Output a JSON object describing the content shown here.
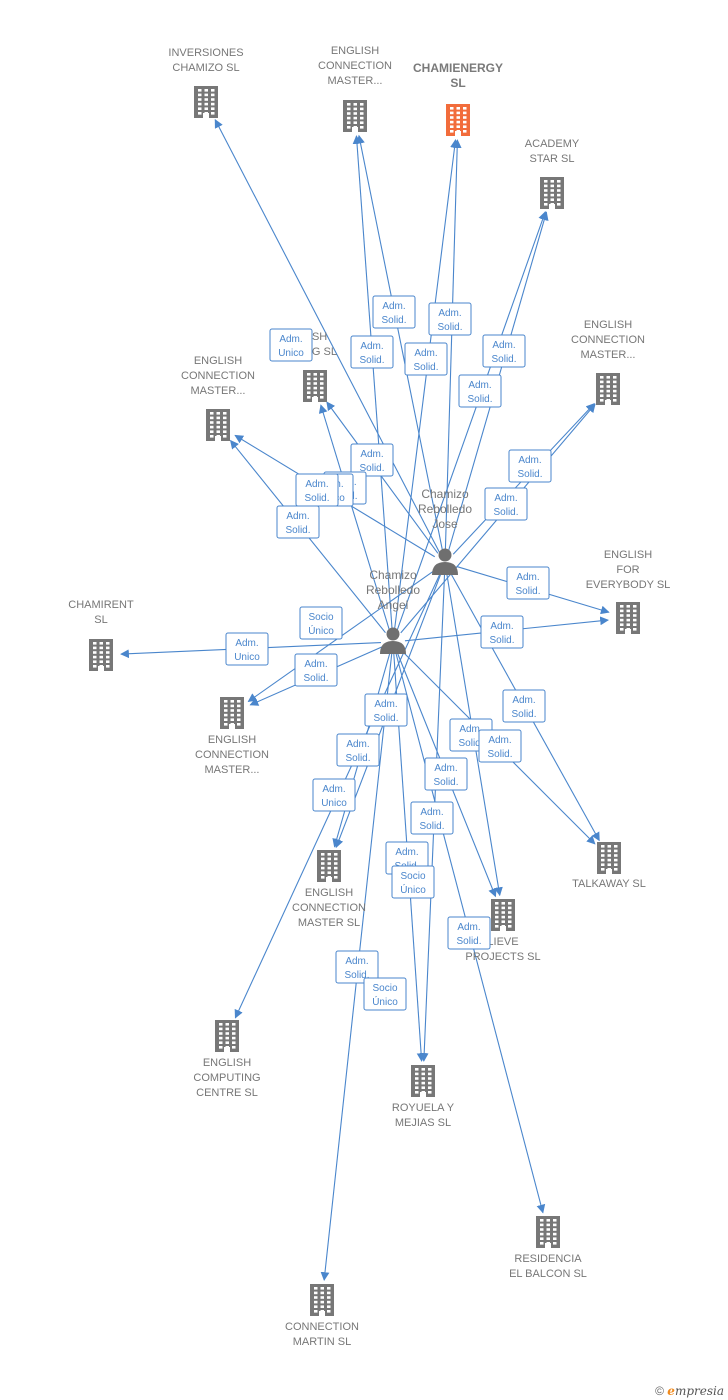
{
  "colors": {
    "edge": "#4a86cc",
    "company": "#777777",
    "highlight": "#f26c3b",
    "person": "#6f6f6f"
  },
  "companies": [
    {
      "id": "inversiones",
      "lines": [
        "INVERSIONES",
        "CHAMIZO  SL"
      ]
    },
    {
      "id": "ecm_top",
      "lines": [
        "ENGLISH",
        "CONNECTION",
        "MASTER..."
      ]
    },
    {
      "id": "chamienergy",
      "lines": [
        "CHAMIENERGY",
        "SL"
      ],
      "highlight": true
    },
    {
      "id": "academy",
      "lines": [
        "ACADEMY",
        "STAR  SL"
      ]
    },
    {
      "id": "training",
      "lines": [
        "LISH",
        "NING  SL"
      ]
    },
    {
      "id": "ecm_left",
      "lines": [
        "ENGLISH",
        "CONNECTION",
        "MASTER..."
      ]
    },
    {
      "id": "ecm_right",
      "lines": [
        "ENGLISH",
        "CONNECTION",
        "MASTER..."
      ]
    },
    {
      "id": "everybody",
      "lines": [
        "ENGLISH",
        "FOR",
        "EVERYBODY SL"
      ]
    },
    {
      "id": "chamirent",
      "lines": [
        "CHAMIRENT",
        "SL"
      ]
    },
    {
      "id": "ecm_mid",
      "lines": [
        "ENGLISH",
        "CONNECTION",
        "MASTER..."
      ]
    },
    {
      "id": "talkaway",
      "lines": [
        "TALKAWAY  SL"
      ]
    },
    {
      "id": "ecm_sl",
      "lines": [
        "ENGLISH",
        "CONNECTION",
        "MASTER SL"
      ]
    },
    {
      "id": "believe",
      "lines": [
        "LIEVE",
        "PROJECTS  SL"
      ]
    },
    {
      "id": "computing",
      "lines": [
        "ENGLISH",
        "COMPUTING",
        "CENTRE  SL"
      ]
    },
    {
      "id": "royuela",
      "lines": [
        "ROYUELA Y",
        "MEJIAS SL"
      ]
    },
    {
      "id": "residencia",
      "lines": [
        "RESIDENCIA",
        "EL BALCON  SL"
      ]
    },
    {
      "id": "martin",
      "lines": [
        "CONNECTION",
        "MARTIN  SL"
      ]
    }
  ],
  "persons": [
    {
      "id": "jose",
      "lines": [
        "Chamizo",
        "Rebolledo",
        "Jose"
      ]
    },
    {
      "id": "angel",
      "lines": [
        "Chamizo",
        "Rebolledo",
        "Angel"
      ]
    }
  ],
  "edges": [
    {
      "from": "jose",
      "to": "inversiones"
    },
    {
      "from": "jose",
      "to": "ecm_top"
    },
    {
      "from": "jose",
      "to": "chamienergy"
    },
    {
      "from": "jose",
      "to": "academy"
    },
    {
      "from": "jose",
      "to": "training"
    },
    {
      "from": "jose",
      "to": "ecm_left"
    },
    {
      "from": "jose",
      "to": "ecm_right"
    },
    {
      "from": "jose",
      "to": "everybody"
    },
    {
      "from": "jose",
      "to": "talkaway"
    },
    {
      "from": "jose",
      "to": "believe"
    },
    {
      "from": "jose",
      "to": "royuela"
    },
    {
      "from": "jose",
      "to": "ecm_mid"
    },
    {
      "from": "jose",
      "to": "ecm_sl"
    },
    {
      "from": "jose",
      "to": "computing"
    },
    {
      "from": "angel",
      "to": "ecm_top"
    },
    {
      "from": "angel",
      "to": "chamienergy"
    },
    {
      "from": "angel",
      "to": "academy"
    },
    {
      "from": "angel",
      "to": "training"
    },
    {
      "from": "angel",
      "to": "ecm_left"
    },
    {
      "from": "angel",
      "to": "ecm_right"
    },
    {
      "from": "angel",
      "to": "everybody"
    },
    {
      "from": "angel",
      "to": "chamirent"
    },
    {
      "from": "angel",
      "to": "ecm_mid"
    },
    {
      "from": "angel",
      "to": "talkaway"
    },
    {
      "from": "angel",
      "to": "believe"
    },
    {
      "from": "angel",
      "to": "royuela"
    },
    {
      "from": "angel",
      "to": "residencia"
    },
    {
      "from": "angel",
      "to": "ecm_sl"
    },
    {
      "from": "angel",
      "to": "martin"
    }
  ],
  "edge_labels": [
    {
      "lines": [
        "Adm.",
        "Unico"
      ]
    },
    {
      "lines": [
        "Adm.",
        "Solid."
      ]
    },
    {
      "lines": [
        "Adm.",
        "Solid."
      ]
    },
    {
      "lines": [
        "Adm.",
        "Solid."
      ]
    },
    {
      "lines": [
        "Adm.",
        "Solid."
      ]
    },
    {
      "lines": [
        "Adm.",
        "Solid."
      ]
    },
    {
      "lines": [
        "Adm.",
        "Solid."
      ]
    },
    {
      "lines": [
        "Adm.",
        "Solid."
      ]
    },
    {
      "lines": [
        "Adm.",
        "Solid."
      ]
    },
    {
      "lines": [
        "Adm.",
        "Solid."
      ]
    },
    {
      "lines": [
        "Adm.",
        "Solid."
      ]
    },
    {
      "lines": [
        "Adm.",
        "Solid."
      ]
    },
    {
      "lines": [
        "Adm.",
        "Solid."
      ]
    },
    {
      "lines": [
        "Adm.",
        "Solid."
      ]
    },
    {
      "lines": [
        "Adm.",
        "Unico"
      ]
    },
    {
      "lines": [
        "Socio",
        "Único"
      ]
    },
    {
      "lines": [
        "Adm.",
        "Solid."
      ]
    },
    {
      "lines": [
        "Adm.",
        "Solid."
      ]
    },
    {
      "lines": [
        "Adm.",
        "Solid."
      ]
    },
    {
      "lines": [
        "Adm.",
        "Solid."
      ]
    },
    {
      "lines": [
        "Adm.",
        "Solid."
      ]
    },
    {
      "lines": [
        "Adm.",
        "Solid."
      ]
    },
    {
      "lines": [
        "Adm.",
        "Solid."
      ]
    },
    {
      "lines": [
        "Adm.",
        "Solid."
      ]
    },
    {
      "lines": [
        "Adm.",
        "Solid."
      ]
    },
    {
      "lines": [
        "Adm.",
        "Unico"
      ]
    },
    {
      "lines": [
        "Adm.",
        "Solid."
      ]
    },
    {
      "lines": [
        "Adm.",
        "Solid."
      ]
    },
    {
      "lines": [
        "Socio",
        "Único"
      ]
    },
    {
      "lines": [
        "Adm.",
        "Unico"
      ]
    },
    {
      "lines": [
        "Adm.",
        "Solid."
      ]
    },
    {
      "lines": [
        "Socio",
        "Único"
      ]
    }
  ],
  "footer": {
    "copyright": "©",
    "brand_initial": "e",
    "brand_rest": "mpresia"
  }
}
